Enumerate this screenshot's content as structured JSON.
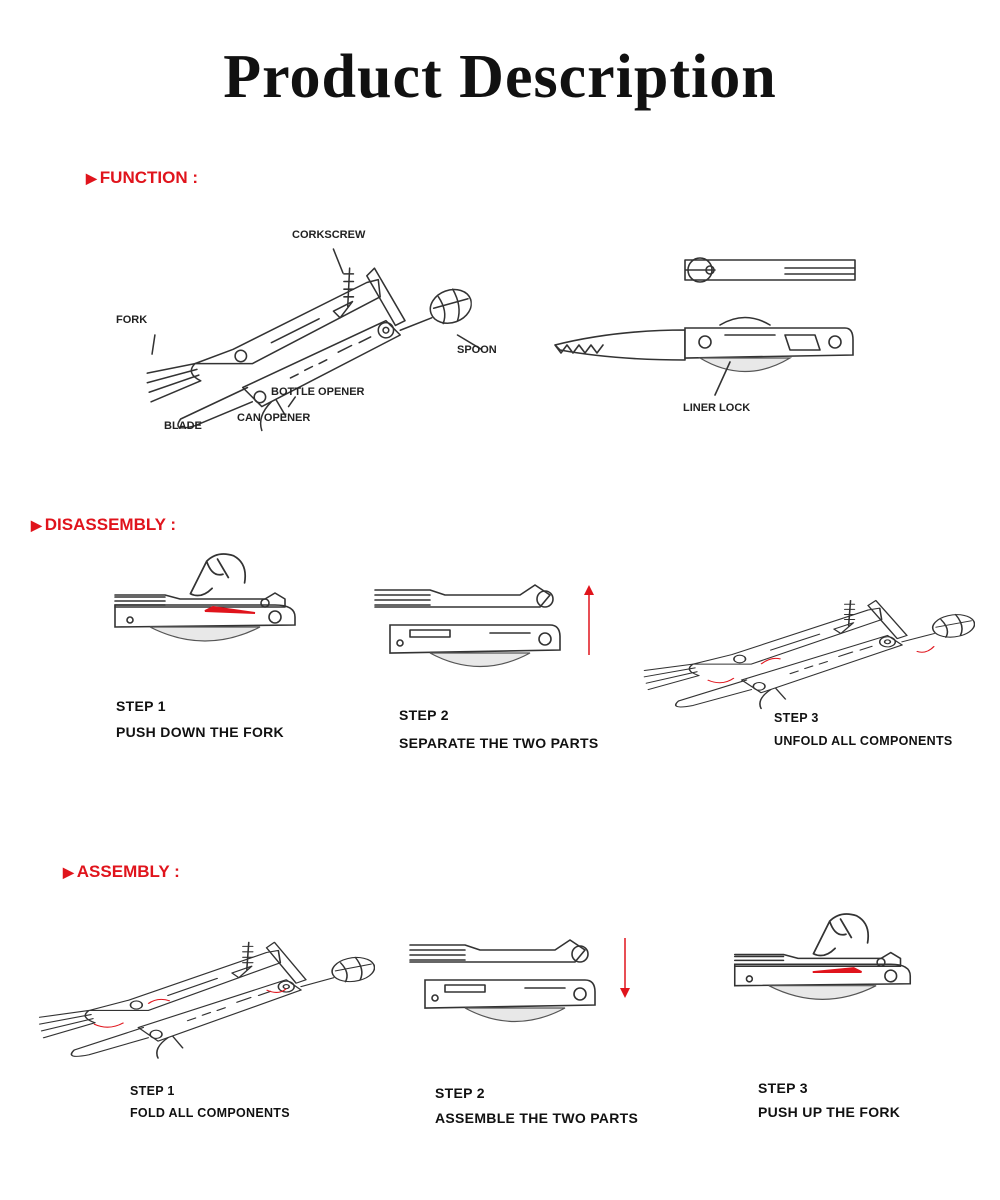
{
  "title": "Product Description",
  "accent_color": "#e0141c",
  "function": {
    "heading": "FUNCTION :",
    "labels": {
      "corkscrew": "CORKSCREW",
      "fork": "FORK",
      "spoon": "SPOON",
      "bottle_opener": "BOTTLE OPENER",
      "can_opener": "CAN OPENER",
      "blade": "BLADE",
      "liner_lock": "LINER LOCK"
    }
  },
  "disassembly": {
    "heading": "DISASSEMBLY :",
    "steps": [
      {
        "step": "STEP 1",
        "text": "PUSH DOWN THE FORK"
      },
      {
        "step": "STEP 2",
        "text": "SEPARATE THE TWO PARTS"
      },
      {
        "step": "STEP 3",
        "text": "UNFOLD ALL COMPONENTS"
      }
    ]
  },
  "assembly": {
    "heading": "ASSEMBLY :",
    "steps": [
      {
        "step": "STEP 1",
        "text": "FOLD ALL COMPONENTS"
      },
      {
        "step": "STEP 2",
        "text": "ASSEMBLE THE TWO PARTS"
      },
      {
        "step": "STEP 3",
        "text": "PUSH UP THE FORK"
      }
    ]
  }
}
